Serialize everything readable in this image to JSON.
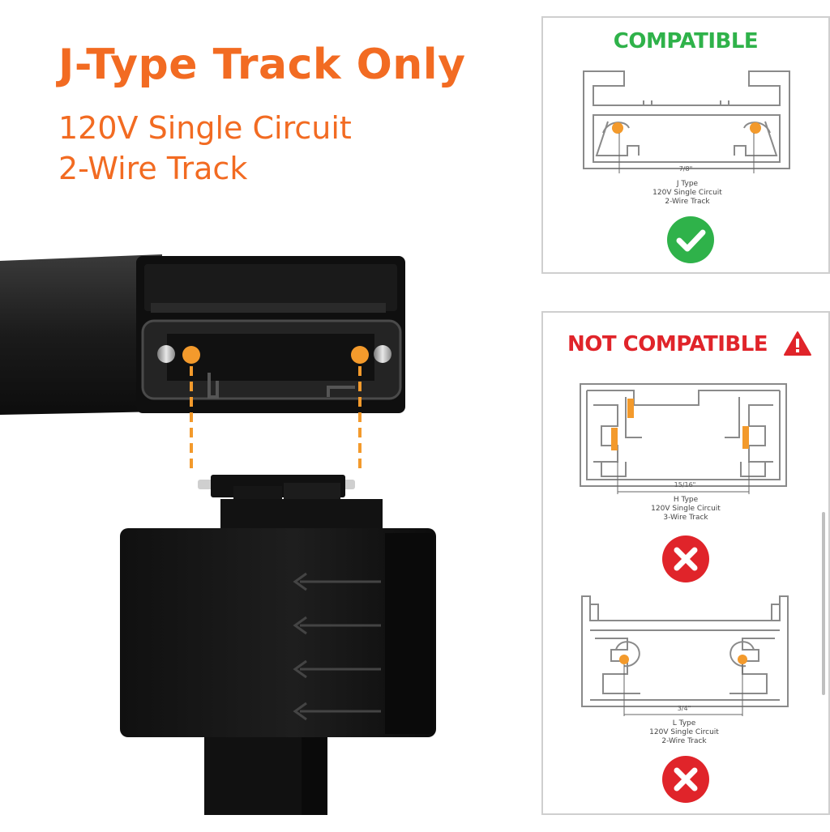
{
  "headline": {
    "title": "J-Type Track Only",
    "line1": "120V Single Circuit",
    "line2": "2-Wire Track"
  },
  "compatible_panel": {
    "heading": "COMPATIBLE",
    "dimension": "7/8\"",
    "caption": [
      "J Type",
      "120V Single Circuit",
      "2-Wire Track"
    ],
    "status_icon": "check-circle-icon"
  },
  "not_compatible_panel": {
    "heading": "NOT COMPATIBLE",
    "warning_icon": "warning-triangle-icon",
    "h_type": {
      "dimension": "15/16\"",
      "caption": [
        "H Type",
        "120V Single Circuit",
        "3-Wire Track"
      ],
      "status_icon": "x-circle-icon"
    },
    "l_type": {
      "dimension": "3/4\"",
      "caption": [
        "L Type",
        "120V Single Circuit",
        "2-Wire Track"
      ],
      "status_icon": "x-circle-icon"
    }
  },
  "colors": {
    "accent_orange": "#f26b22",
    "compatible_green": "#2fb24a",
    "not_compatible_red": "#e0242a",
    "product_black": "#151515",
    "contact_orange": "#f39a2c"
  }
}
